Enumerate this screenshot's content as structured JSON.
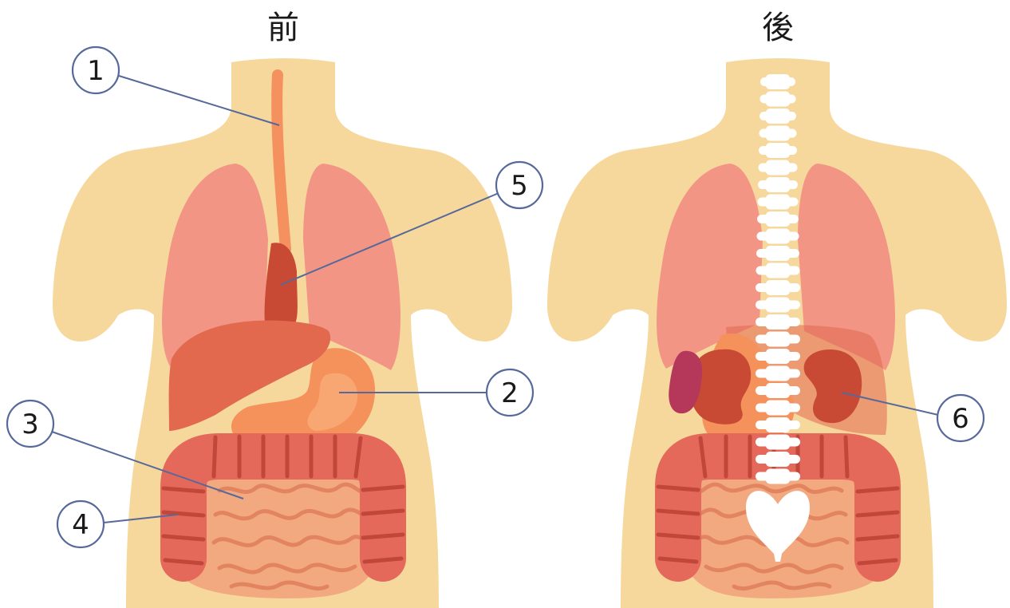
{
  "diagram": {
    "front": {
      "title": "前"
    },
    "back": {
      "title": "後"
    }
  },
  "callouts": [
    {
      "number": "1"
    },
    {
      "number": "2"
    },
    {
      "number": "3"
    },
    {
      "number": "4"
    },
    {
      "number": "5"
    },
    {
      "number": "6"
    }
  ],
  "colors": {
    "skin": "#F7D89C",
    "lung": "#F29585",
    "heart": "#C84A35",
    "liver": "#E2684E",
    "stomach": "#F5925C",
    "small_intestine": "#F3A97F",
    "large_intestine": "#E4695A",
    "kidney": "#C84A35",
    "spleen": "#B5385B",
    "callout_line": "#56699a"
  }
}
